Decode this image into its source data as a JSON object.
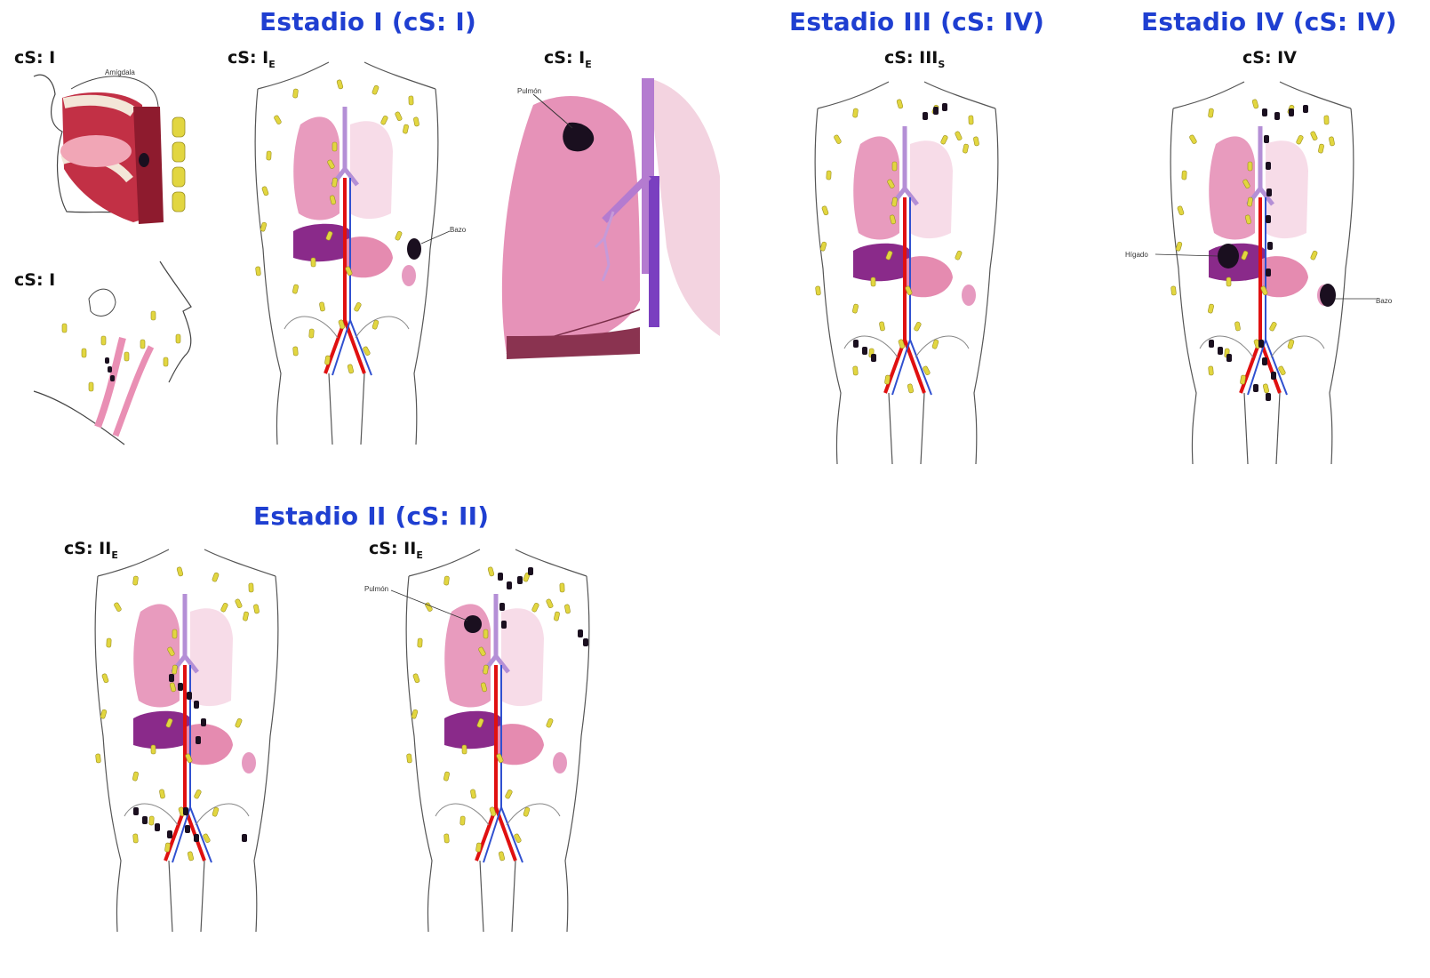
{
  "stages": {
    "stage1_title": "Estadio I (cS: I)",
    "stage2_title": "Estadio II (cS: II)",
    "stage3_title": "Estadio III (cS: IV)",
    "stage4_title": "Estadio IV (cS: IV)"
  },
  "panels": {
    "tonsil_label": "cS: I",
    "neck_label": "cS: I",
    "stage1_torso_label_main": "cS: I",
    "stage1_torso_label_sub": "E",
    "stage1_lung_label_main": "cS: I",
    "stage1_lung_label_sub": "E",
    "stage3_label_main": "cS: III",
    "stage3_label_sub": "S",
    "stage4_label": "cS: IV",
    "stage2a_label_main": "cS: II",
    "stage2a_label_sub": "E",
    "stage2b_label_main": "cS: II",
    "stage2b_label_sub": "E"
  },
  "callouts": {
    "tonsil": "Amígdala",
    "spleen": "Bazo",
    "lung_closeup": "Pulmón",
    "liver": "Hígado",
    "spleen_stage4": "Bazo",
    "lung_stage2": "Pulmón"
  },
  "colors": {
    "stage_title": "#1f3fd1",
    "lymph_node": "#e2d640",
    "lesion": "#1a0f1f",
    "lung": "#e89bbe",
    "liver": "#8a2a8a",
    "artery": "#e01010",
    "vein": "#3050d0",
    "mouth": "#b52038"
  }
}
